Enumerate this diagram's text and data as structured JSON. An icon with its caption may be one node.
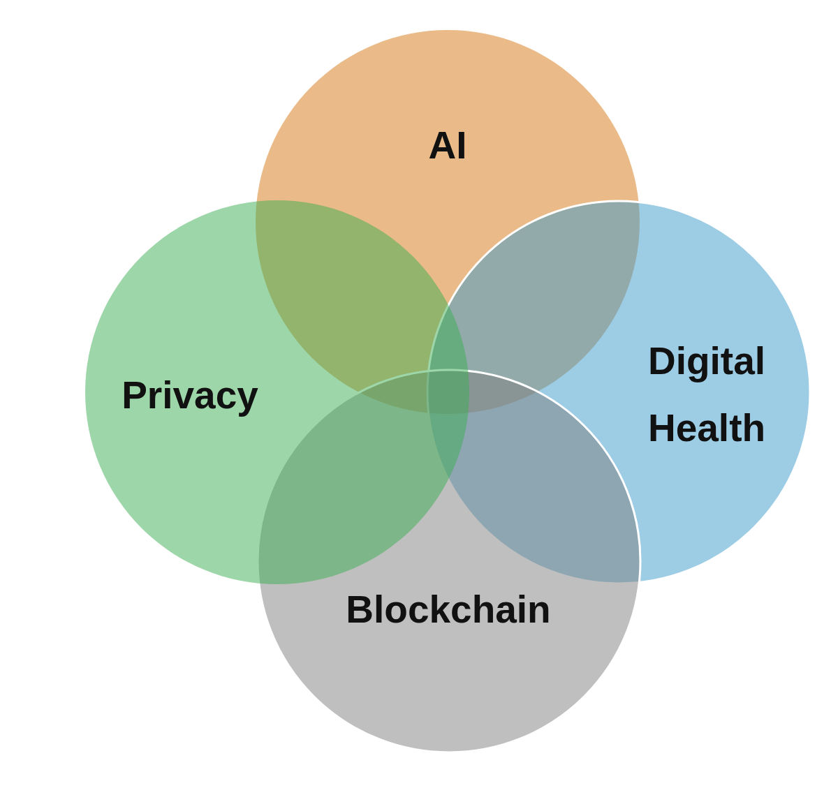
{
  "diagram": {
    "nodes": [
      {
        "text": [
          "AI"
        ]
      },
      {
        "text": [
          "Privacy"
        ]
      },
      {
        "text": [
          "Digital Health"
        ]
      },
      {
        "text": [
          "Blockchain"
        ]
      }
    ]
  }
}
